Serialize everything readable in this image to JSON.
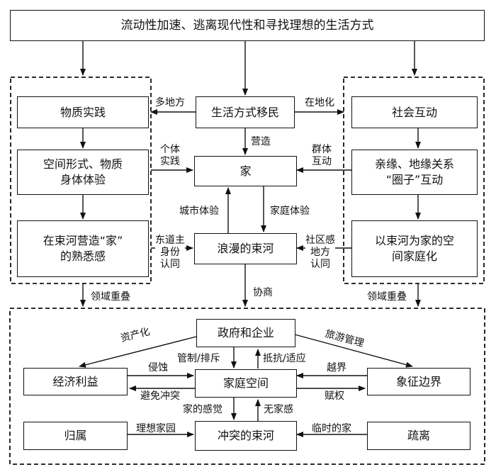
{
  "boxes": {
    "top": "流动性加速、逃离现代性和寻找理想的生活方式",
    "lifestyle_migrants": "生活方式移民",
    "material_practice": "物质实践",
    "social_interaction": "社会互动",
    "space_form": "空间形式、物质\n身体体验",
    "home": "家",
    "kin_relations": "亲缘、地缘关系\n“圈子”互动",
    "familiarity": "在束河营造“家”\n的熟悉感",
    "romantic_shuhe": "浪漫的束河",
    "domestication": "以束河为家的空\n间家庭化",
    "gov_enterprise": "政府和企业",
    "economic_interest": "经济利益",
    "home_space": "家庭空间",
    "symbolic_boundary": "象征边界",
    "belonging": "归属",
    "conflict_shuhe": "冲突的束河",
    "alienation": "疏离"
  },
  "labels": {
    "multi_place": "多地方",
    "in_place": "在地化",
    "create": "营造",
    "individual_practice": "个体\n实践",
    "group_interaction": "群体\n互动",
    "urban_experience": "城市体验",
    "family_experience": "家庭体验",
    "host_identity": "东道主\n身份\n认同",
    "community_identity": "社区感\n地方\n认同",
    "overlap_left": "领域重叠",
    "negotiation": "协商",
    "overlap_right": "领域重叠",
    "capitalization": "资产化",
    "tourism_management": "旅游管理",
    "control_exclude": "管制/排斥",
    "resist_adapt": "抵抗/适应",
    "erode": "侵蚀",
    "avoid_conflict": "避免冲突",
    "cross_boundary": "越界",
    "empower": "赋权",
    "feeling_home": "家的感觉",
    "no_home": "无家感",
    "ideal_home": "理想家园",
    "temporary_home": "临时的家"
  }
}
